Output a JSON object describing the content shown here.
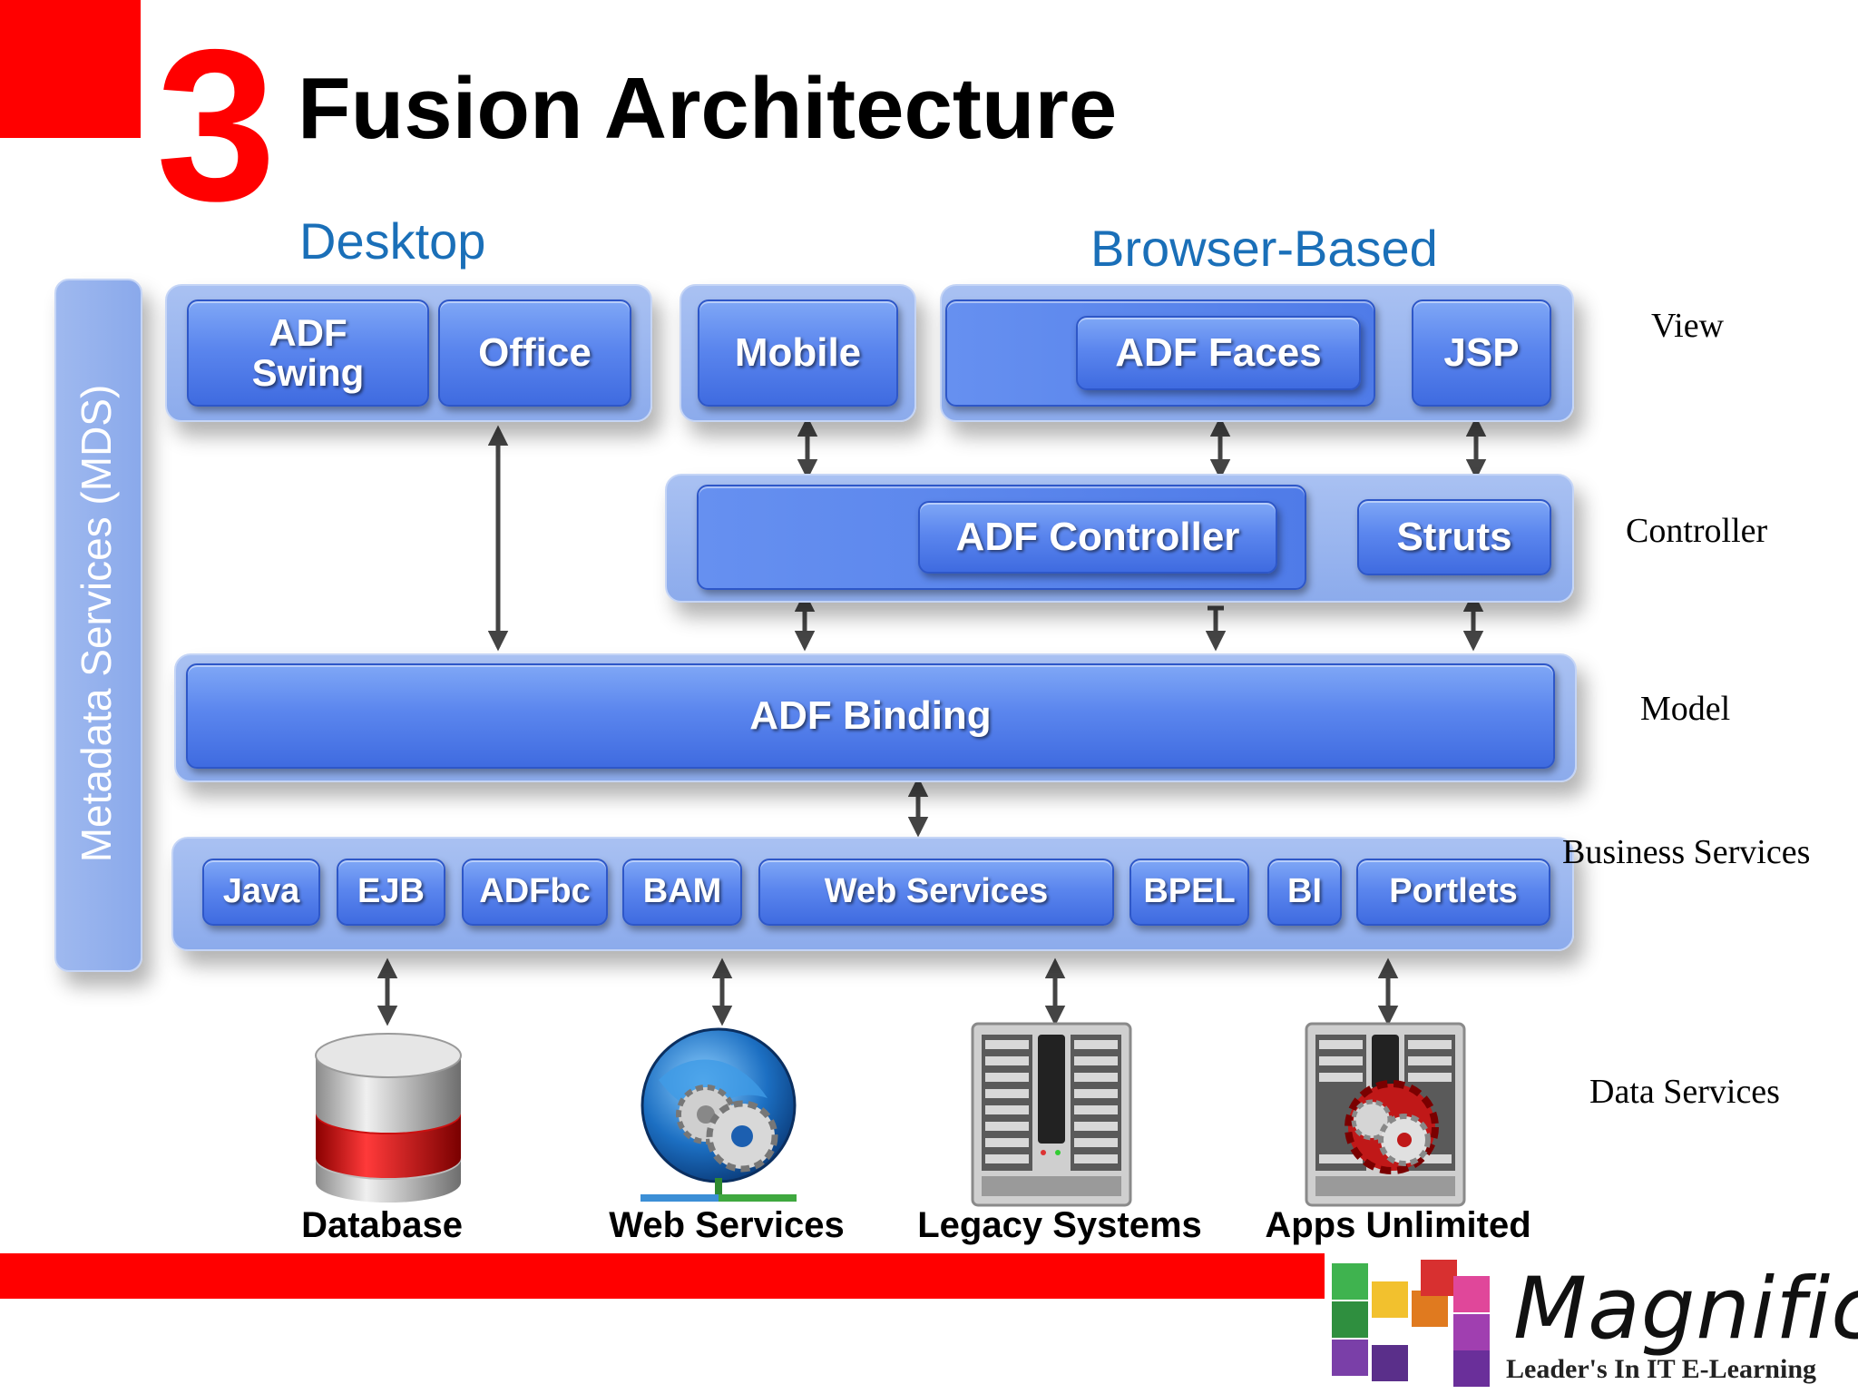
{
  "slide": {
    "number": "3",
    "title": "Fusion Architecture"
  },
  "groups": {
    "desktop": "Desktop",
    "browser": "Browser-Based"
  },
  "layers": {
    "view": "View",
    "controller": "Controller",
    "model": "Model",
    "business": "Business Services",
    "data": "Data Services"
  },
  "mds": "Metadata Services (MDS)",
  "view_boxes": {
    "adf_swing_1": "ADF",
    "adf_swing_2": "Swing",
    "office": "Office",
    "mobile": "Mobile",
    "adf_faces": "ADF Faces",
    "jsp": "JSP"
  },
  "controller_boxes": {
    "adf_controller": "ADF Controller",
    "struts": "Struts"
  },
  "model_box": "ADF Binding",
  "business_boxes": [
    "Java",
    "EJB",
    "ADFbc",
    "BAM",
    "Web Services",
    "BPEL",
    "BI",
    "Portlets"
  ],
  "data_sources": [
    "Database",
    "Web Services",
    "Legacy Systems",
    "Apps Unlimited"
  ],
  "brand": {
    "name": "Magnific",
    "tagline": "Leader's In IT E-Learning"
  },
  "colors": {
    "accent_red": "#ff0000",
    "group_blue": "#1a6fb8",
    "box_blue": "#4a78e8"
  }
}
